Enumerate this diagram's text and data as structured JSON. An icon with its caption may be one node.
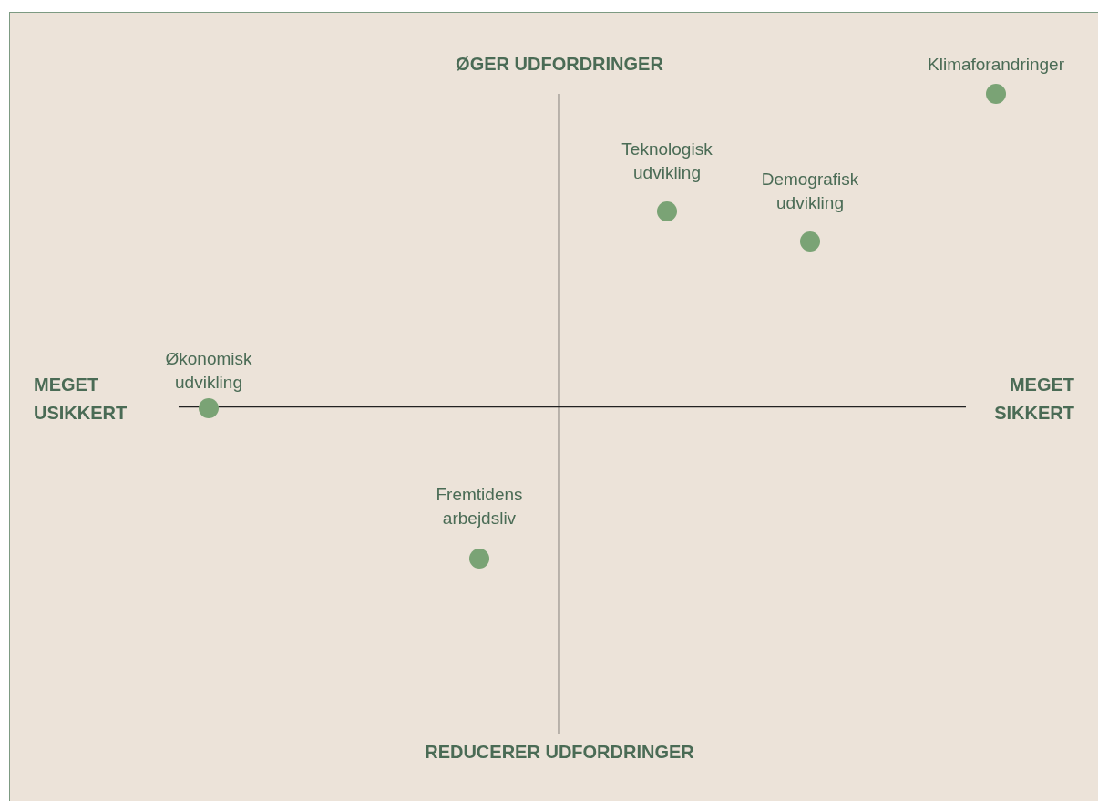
{
  "diagram": {
    "nodes": [
      {
        "text": [
          "Klimaforandringer"
        ]
      },
      {
        "text": [
          "Teknologisk udvikling"
        ]
      },
      {
        "text": [
          "Demografisk udvikling"
        ]
      },
      {
        "text": [
          "Økonomisk udvikling"
        ]
      },
      {
        "text": [
          "Fremtidens arbejdsliv"
        ]
      }
    ],
    "labels": [
      "ØGER UDFORDRINGER",
      "MEGET USIKKERT",
      "MEGET SIKKERT",
      "REDUCERER UDFORDRINGER"
    ]
  }
}
